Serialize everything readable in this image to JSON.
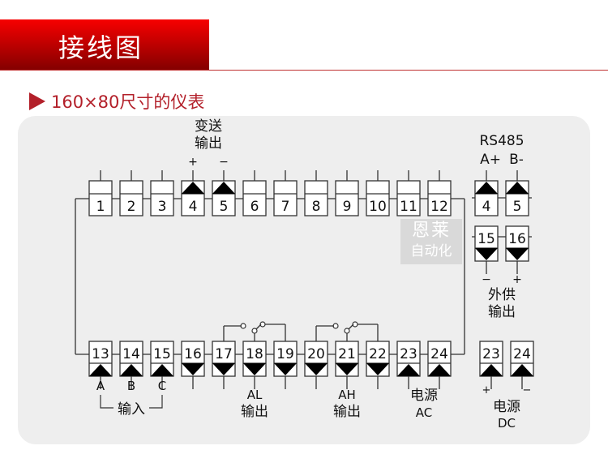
{
  "header": {
    "title": "接线图"
  },
  "subtitle": "160×80尺寸的仪表",
  "watermark": {
    "line1": "恩莱",
    "line2": "自动化"
  },
  "colors": {
    "accent": "#b3202a",
    "header_top": "#f70000",
    "header_bottom": "#840000",
    "panel": "#eeeeee"
  },
  "diagram": {
    "top_terminals": [
      "1",
      "2",
      "3",
      "4",
      "5",
      "6",
      "7",
      "8",
      "9",
      "10",
      "11",
      "12"
    ],
    "top_arrow_terminals": [
      "4",
      "5"
    ],
    "bottom_terminals": [
      "13",
      "14",
      "15",
      "16",
      "17",
      "18",
      "19",
      "20",
      "21",
      "22",
      "23",
      "24"
    ],
    "bottom_up_arrow_terminals": [
      "13",
      "14",
      "15",
      "23",
      "24"
    ],
    "rs485_terminals": [
      "4",
      "5"
    ],
    "aux_terminals": [
      "15",
      "16"
    ],
    "dc_terminals": [
      "23",
      "24"
    ],
    "labels": {
      "transmit_l1": "变送",
      "transmit_l2": "输出",
      "transmit_plus": "+",
      "transmit_minus": "−",
      "rs485": "RS485",
      "rs485_a": "A+",
      "rs485_b": "B-",
      "aux_minus": "−",
      "aux_plus": "+",
      "aux_l1": "外供",
      "aux_l2": "输出",
      "in_a": "A",
      "in_b": "B",
      "in_c": "C",
      "input": "输入",
      "al": "AL",
      "al_out": "输出",
      "ah": "AH",
      "ah_out": "输出",
      "ac_l1": "电源",
      "ac_l2": "AC",
      "dc_plus": "+",
      "dc_minus": "−",
      "dc_l1": "电源",
      "dc_l2": "DC"
    }
  }
}
